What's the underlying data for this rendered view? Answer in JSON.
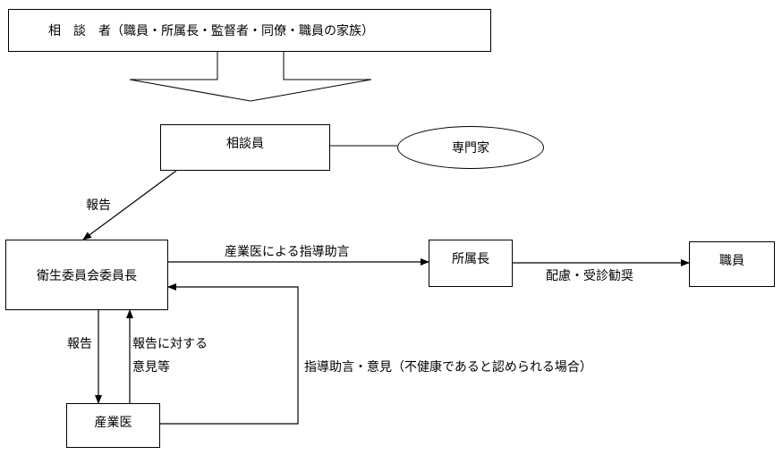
{
  "nodes": {
    "consulter": "相　談　者（職員・所属長・監督者・同僚・職員の家族）",
    "counselor": "相談員",
    "expert": "専門家",
    "chair": "衛生委員会委員長",
    "manager": "所属長",
    "staff": "職員",
    "doctor": "産業医"
  },
  "edges": {
    "report_counselor": "報告",
    "guidance_doctor": "産業医による指導助言",
    "care": "配慮・受診勧奨",
    "report_doctor": "報告",
    "opinion_line1": "報告に対する",
    "opinion_line2": "意見等",
    "guidance_opinion": "指導助言・意見（不健康であると認められる場合）"
  }
}
